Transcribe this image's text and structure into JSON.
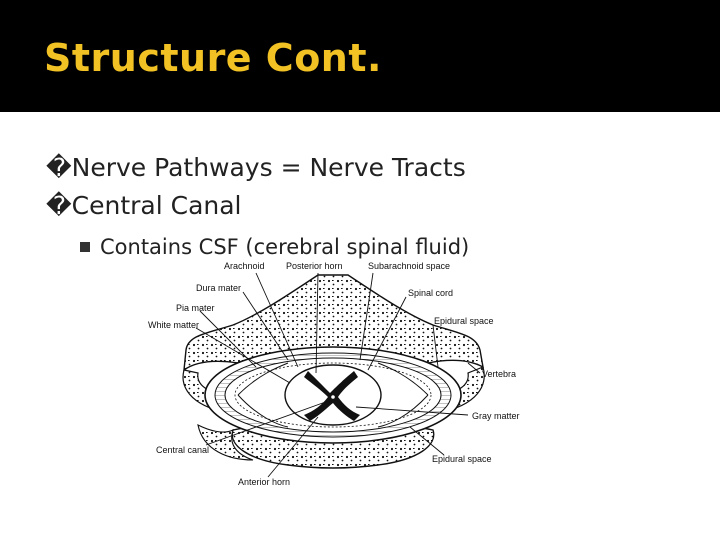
{
  "slide": {
    "title": "Structure Cont.",
    "bullets": [
      {
        "marker": "�",
        "text": "Nerve Pathways = Nerve Tracts"
      },
      {
        "marker": "�",
        "text": "Central Canal"
      }
    ],
    "sub_bullets": [
      {
        "text": "Contains CSF (cerebral spinal fluid)"
      }
    ]
  },
  "diagram": {
    "labels": {
      "arachnoid": "Arachnoid",
      "posterior_horn": "Posterior horn",
      "subarachnoid_space": "Subarachnoid space",
      "dura_mater": "Dura mater",
      "spinal_cord": "Spinal cord",
      "pia_mater": "Pia mater",
      "epidural_space_top": "Epidural space",
      "white_matter": "White matter",
      "vertebra": "Vertebra",
      "gray_matter": "Gray matter",
      "central_canal": "Central canal",
      "epidural_space_bottom": "Epidural space",
      "anterior_horn": "Anterior horn"
    }
  }
}
